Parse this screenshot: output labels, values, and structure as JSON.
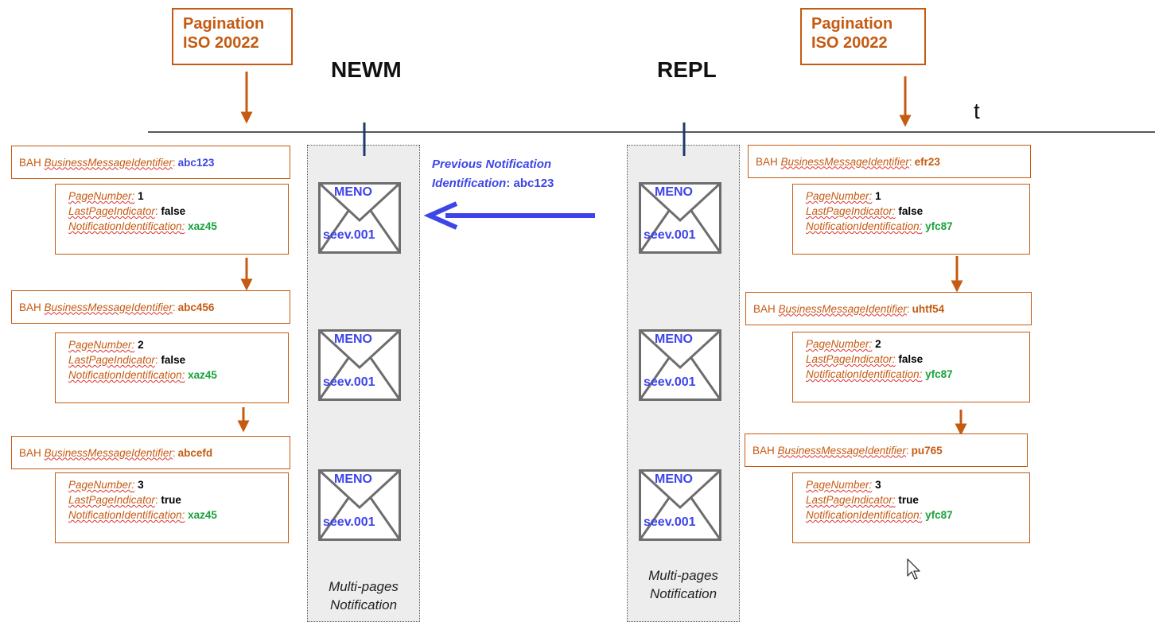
{
  "pagination_label": [
    "Pagination",
    "ISO 20022"
  ],
  "headings": {
    "newm": "NEWM",
    "repl": "REPL",
    "time_axis": "t"
  },
  "envelope": {
    "top": "MENO",
    "bottom": "seev.001"
  },
  "previous_notification": {
    "line1": "Previous Notification",
    "line2_label": "Identification",
    "line2_sep": ":",
    "value": "abc123"
  },
  "caption": [
    "Multi-pages",
    "Notification"
  ],
  "labels": {
    "bah_prefix": "BAH",
    "bah_field": "BusinessMessageIdentifier",
    "page_number": "PageNumber",
    "last_page": "LastPageIndicator",
    "notification_id": "NotificationIdentification",
    "colon": ":"
  },
  "newm": {
    "bah_ids": [
      "abc123",
      "abc456",
      "abcefd"
    ],
    "pages": [
      {
        "page_number": "1",
        "last_page": "false",
        "notification_id": "xaz45"
      },
      {
        "page_number": "2",
        "last_page": "false",
        "notification_id": "xaz45"
      },
      {
        "page_number": "3",
        "last_page": "true",
        "notification_id": "xaz45"
      }
    ]
  },
  "repl": {
    "bah_ids": [
      "efr23",
      "uhtf54",
      "pu765"
    ],
    "pages": [
      {
        "page_number": "1",
        "last_page": "false",
        "notification_id": "yfc87"
      },
      {
        "page_number": "2",
        "last_page": "false",
        "notification_id": "yfc87"
      },
      {
        "page_number": "3",
        "last_page": "true",
        "notification_id": "yfc87"
      }
    ]
  },
  "colors": {
    "orange": "#c55a11",
    "blue": "#3d45e8",
    "green": "#18a33a",
    "navy": "#1f3a6b"
  }
}
